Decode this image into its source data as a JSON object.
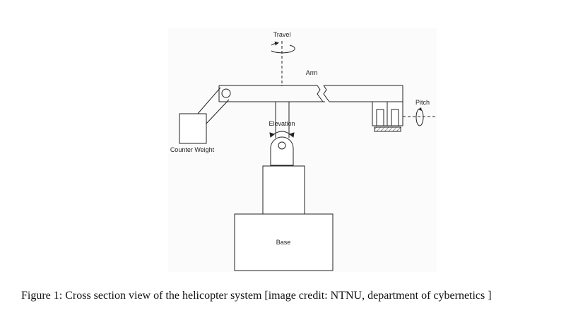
{
  "diagram": {
    "labels": {
      "travel": "Travel",
      "arm": "Arm",
      "pitch": "Pitch",
      "elevation": "Elevation",
      "counter_weight": "Counter Weight",
      "base": "Base"
    }
  },
  "caption": {
    "text": "Figure 1: Cross section view of the helicopter system [image credit: NTNU, department of cybernetics ]"
  }
}
